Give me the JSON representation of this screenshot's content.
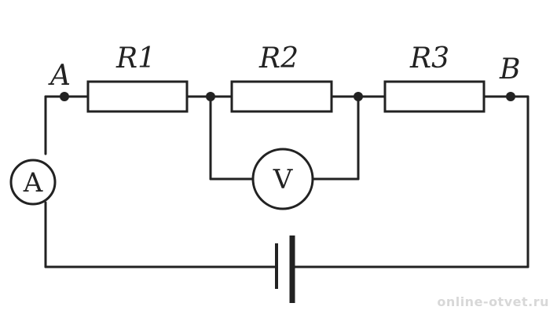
{
  "nodes": {
    "a_label": "A",
    "b_label": "B"
  },
  "resistors": {
    "r1_label": "R1",
    "r2_label": "R2",
    "r3_label": "R3"
  },
  "meters": {
    "ammeter_symbol": "A",
    "voltmeter_symbol": "V"
  },
  "watermark": "online-otvet.ru",
  "colors": {
    "line": "#222222",
    "background": "#ffffff",
    "watermark": "#d8d8d8"
  }
}
